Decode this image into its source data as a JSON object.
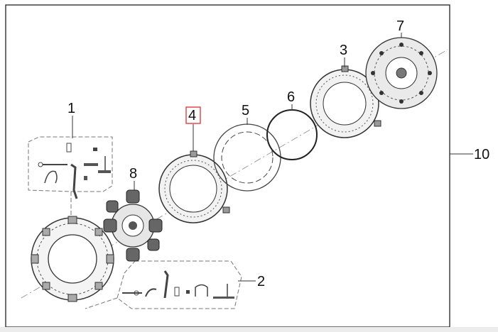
{
  "diagram": {
    "callouts": {
      "c1": "1",
      "c2": "2",
      "c3": "3",
      "c4": "4",
      "c5": "5",
      "c6": "6",
      "c7": "7",
      "c8": "8",
      "c10": "10"
    },
    "highlight_color": "#e03030",
    "line_color": "#333333"
  }
}
